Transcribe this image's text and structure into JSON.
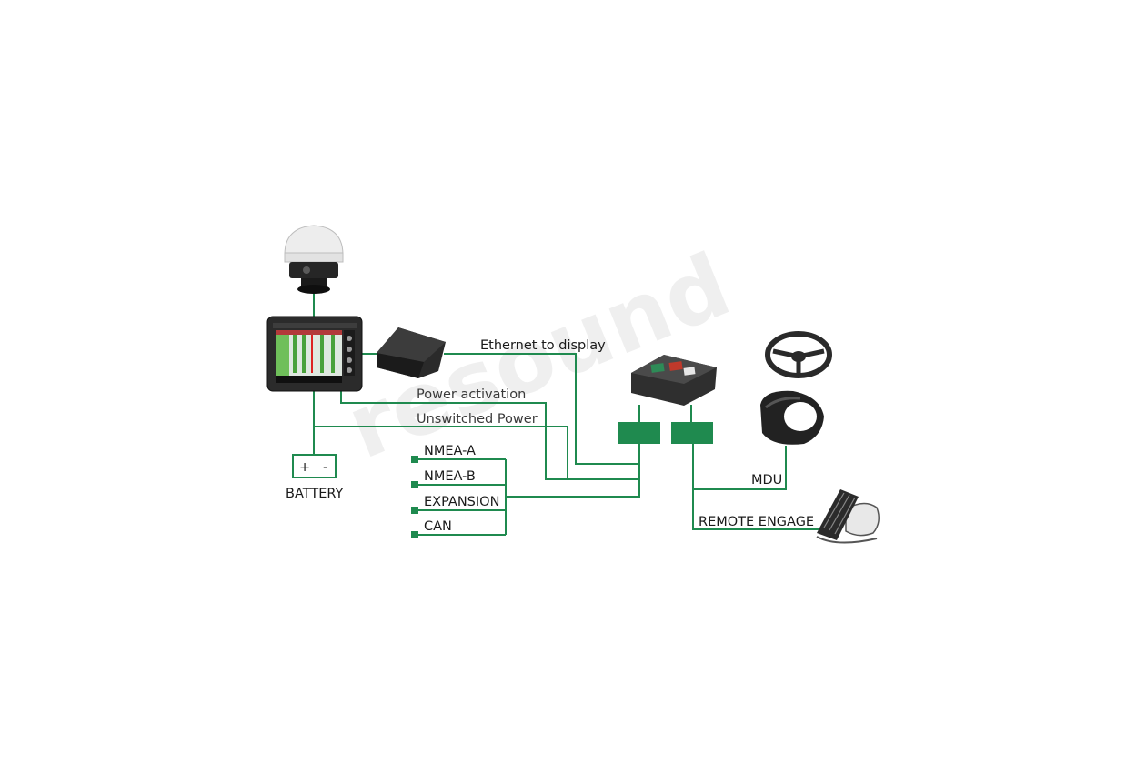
{
  "labels": {
    "ethernet": "Ethernet to display",
    "power_activation": "Power activation",
    "unswitched_power": "Unswitched Power",
    "battery": "BATTERY",
    "battery_plus": "+",
    "battery_minus": "-",
    "nmea_a": "NMEA-A",
    "nmea_b": "NMEA-B",
    "expansion": "EXPANSION",
    "can": "CAN",
    "mdu": "MDU",
    "remote_engage": "REMOTE ENGAGE"
  },
  "watermark": "resound",
  "colors": {
    "wire": "#1f8a4f",
    "connector_block": "#1f8a4f",
    "text": "#1a1a1a"
  },
  "icons": {
    "gps_antenna": "gps-antenna-icon",
    "display": "display-terminal-icon",
    "receiver": "receiver-box-icon",
    "ecu": "steering-controller-icon",
    "steering_wheel": "steering-wheel-icon",
    "mdu": "motor-drive-unit-icon",
    "pedal": "remote-engage-pedal-icon"
  }
}
